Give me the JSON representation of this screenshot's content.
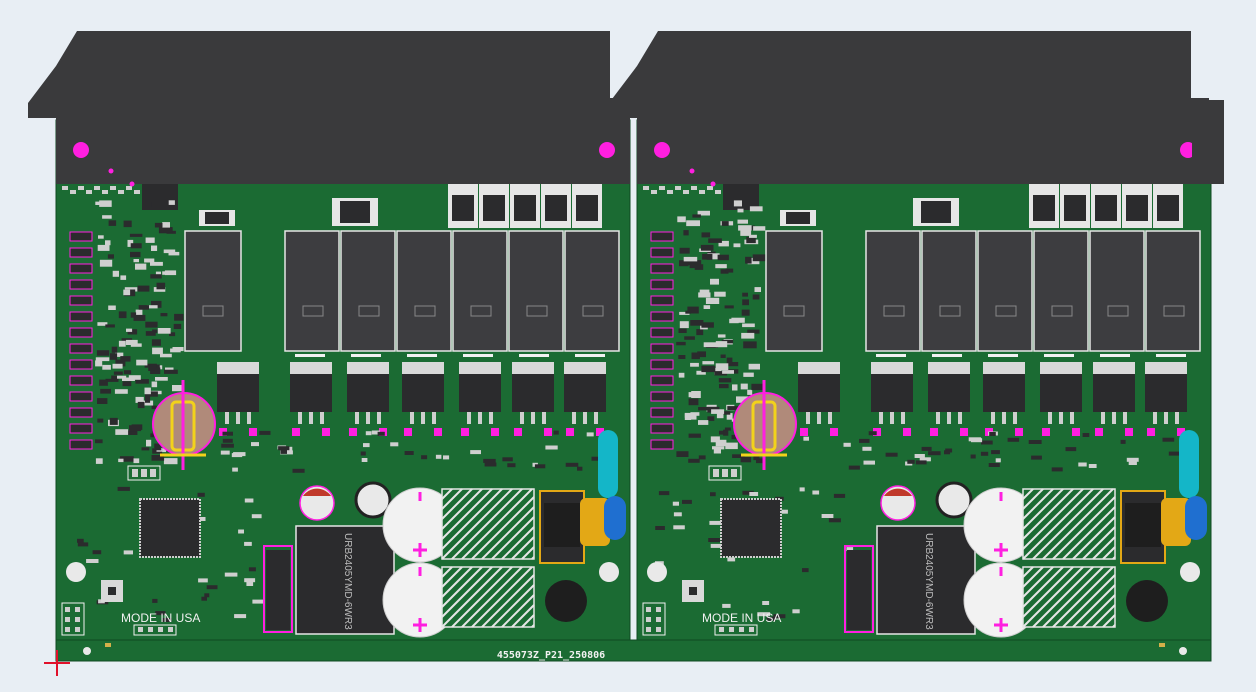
{
  "colors": {
    "background": "#e8eef4",
    "board": "#1b6b33",
    "board_edge": "#0f4a22",
    "heatsink": "#3a3a3c",
    "component": "#2b2b2d",
    "relay": "#3d3d40",
    "mount_pad": "#ff1fe0",
    "silkscreen": "#f2f2f2",
    "pad": "#cfcfcf",
    "battery": "#b08a7a",
    "battery_clip": "#f2d21b",
    "film_cap": "#14b6c8",
    "film_cap_blue": "#1f6fd0",
    "inductor_core": "#e3a816",
    "origin_marker": "#e0102a"
  },
  "board_label": "455073Z_P21_250806",
  "boards": [
    {
      "id": "left",
      "made_in_label": "MODE IN USA",
      "dc_module_label": "URB2405YMD-6WR3"
    },
    {
      "id": "right",
      "made_in_label": "MODE IN USA",
      "dc_module_label": "URB2405YMD-6WR3"
    }
  ],
  "icons": {
    "origin": "crosshair-origin-icon"
  }
}
